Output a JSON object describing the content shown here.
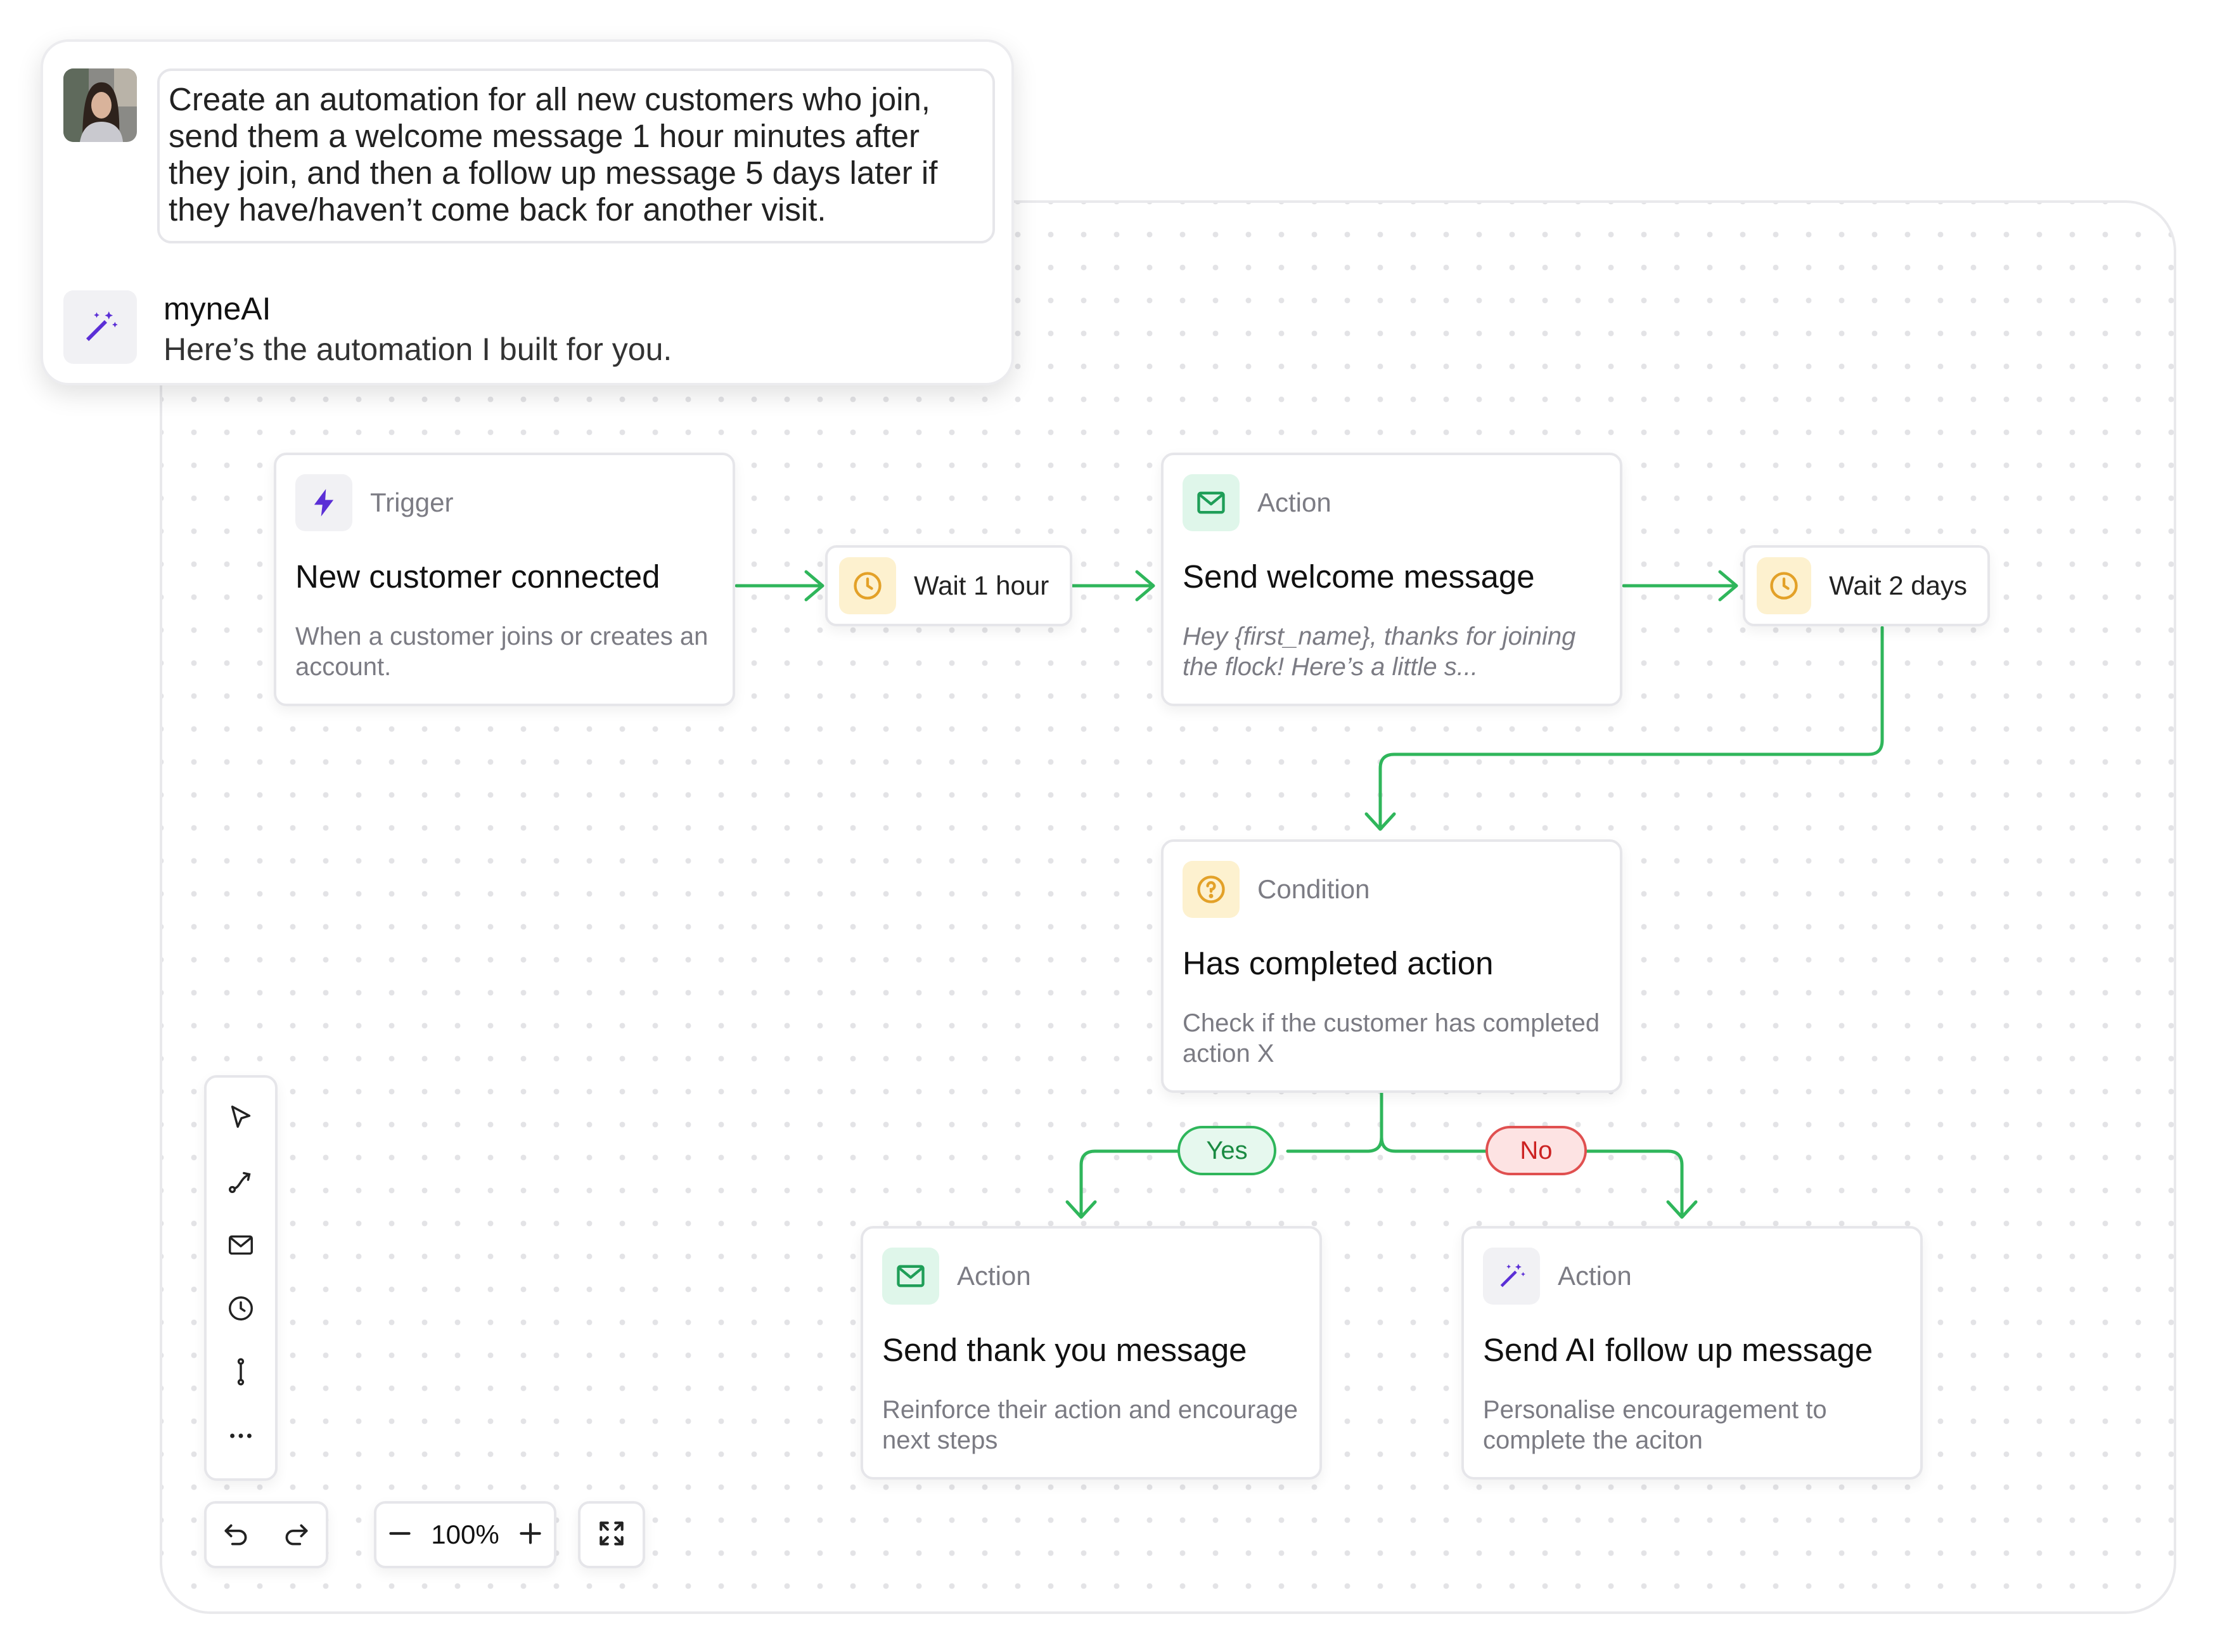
{
  "colors": {
    "accent": "#2fb65b",
    "purple": "#5b2fd6",
    "yellow": "#e3a128",
    "no": "#e05050"
  },
  "chat": {
    "user_message": "Create an automation for all new customers who join, send them a welcome message 1 hour minutes after they join, and then a follow up message 5 days later if they have/haven’t come back for another visit.",
    "ai_name": "myneAI",
    "ai_message": "Here’s the automation I built for you."
  },
  "nodes": {
    "trigger": {
      "kind": "Trigger",
      "title": "New customer connected",
      "desc": "When a customer joins or creates an account.",
      "icon": "lightning-icon"
    },
    "wait1": {
      "label": "Wait 1 hour",
      "icon": "clock-icon"
    },
    "welcome": {
      "kind": "Action",
      "title": "Send welcome message",
      "desc": "Hey {first_name}, thanks for joining the flock! Here’s a little s...",
      "icon": "mail-icon"
    },
    "wait2": {
      "label": "Wait 2 days",
      "icon": "clock-icon"
    },
    "condition": {
      "kind": "Condition",
      "title": "Has completed action",
      "desc": "Check if the customer has completed action X",
      "icon": "question-icon"
    },
    "thankyou": {
      "kind": "Action",
      "title": "Send thank you message",
      "desc": "Reinforce their action and encourage next steps",
      "icon": "mail-icon"
    },
    "ai_followup": {
      "kind": "Action",
      "title": "Send AI follow up message",
      "desc": "Personalise encouragement to complete the aciton",
      "icon": "magic-wand-icon"
    }
  },
  "branches": {
    "yes": "Yes",
    "no": "No"
  },
  "toolbar": {
    "tools": [
      "cursor-icon",
      "connector-icon",
      "mail-icon",
      "clock-icon",
      "branch-icon",
      "more-icon"
    ]
  },
  "controls": {
    "zoom": "100%"
  }
}
